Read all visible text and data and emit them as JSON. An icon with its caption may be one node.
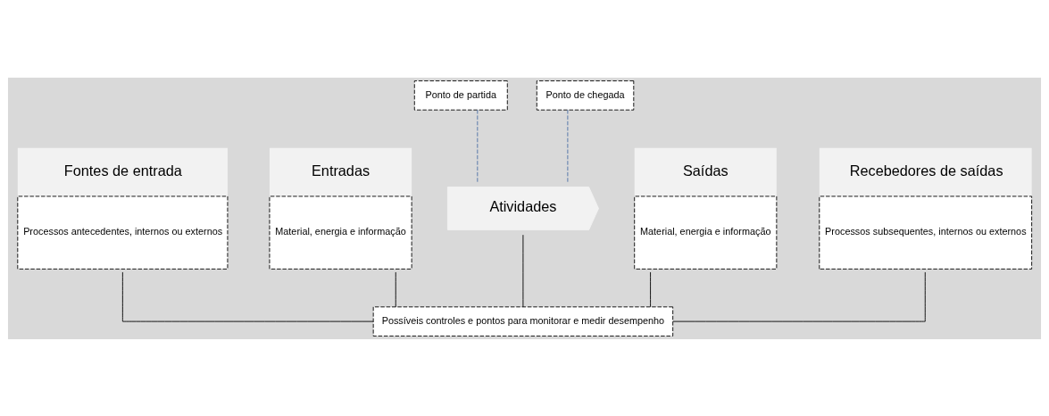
{
  "diagram": {
    "nodes": [
      {
        "text": [
          "Fontes de entrada",
          "Processos antecedentes, internos ou externos"
        ]
      },
      {
        "text": [
          "Entradas",
          "Material, energia e informação"
        ]
      },
      {
        "text": [
          "Atividades"
        ]
      },
      {
        "text": [
          "Saídas",
          "Material, energia e informação"
        ]
      },
      {
        "text": [
          "Recebedores de saídas",
          "Processos subsequentes, internos ou externos"
        ]
      },
      {
        "text": [
          "Ponto de partida"
        ]
      },
      {
        "text": [
          "Ponto de chegada"
        ]
      },
      {
        "text": [
          "Possíveis controles e pontos para monitorar e medir desempenho"
        ]
      }
    ],
    "edges": [
      {
        "from": 5,
        "to": 2,
        "arrow": "none",
        "style": "dashed",
        "color": "#4a6fa5"
      },
      {
        "from": 6,
        "to": 2,
        "arrow": "none",
        "style": "dashed",
        "color": "#4a6fa5"
      },
      {
        "from": 0,
        "to": 7,
        "arrow": "none"
      },
      {
        "from": 1,
        "to": 7,
        "arrow": "none"
      },
      {
        "from": 2,
        "to": 7,
        "arrow": "none"
      },
      {
        "from": 3,
        "to": 7,
        "arrow": "none"
      },
      {
        "from": 4,
        "to": 7,
        "arrow": "none"
      }
    ]
  }
}
